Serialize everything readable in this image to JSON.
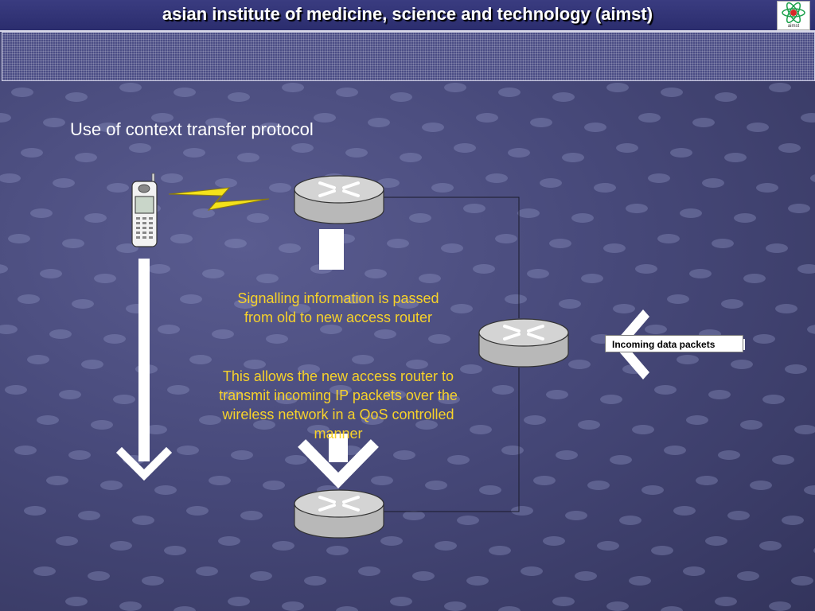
{
  "header": {
    "title": "asian institute of medicine, science and technology (aimst)",
    "logo_text": "aimst"
  },
  "slide": {
    "title": "Use of context transfer protocol",
    "signalling_text": [
      "Signalling information is passed",
      "from old to new access router"
    ],
    "qos_text": [
      "This allows the new access router to",
      "transmit incoming IP packets over the",
      "wireless network in a QoS controlled",
      "manner"
    ],
    "incoming_label": "Incoming data packets"
  },
  "colors": {
    "accent_text": "#f7d22a",
    "lightning": "#f5e21a",
    "router_body": "#c8c8c8"
  },
  "icons": [
    "mobile-phone-icon",
    "lightning-icon",
    "router-icon"
  ]
}
